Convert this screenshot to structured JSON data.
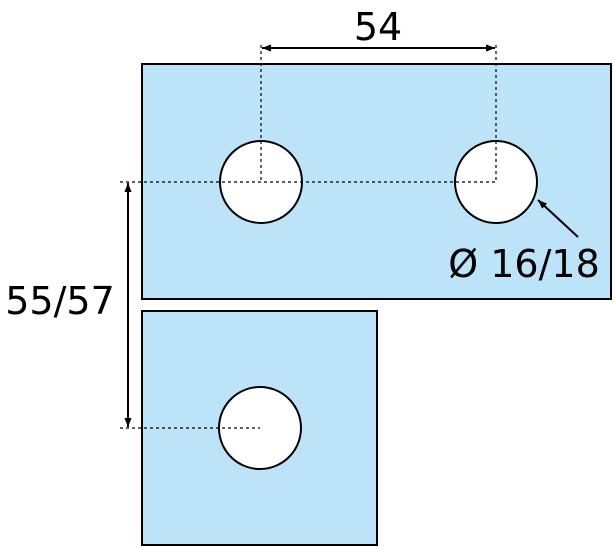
{
  "colors": {
    "plate_fill": "#bde3f9",
    "outline": "#000000",
    "hole_fill": "#ffffff"
  },
  "dimensions": {
    "horizontal_spacing": "54",
    "vertical_spacing": "55/57",
    "hole_diameter": "Ø 16/18"
  }
}
